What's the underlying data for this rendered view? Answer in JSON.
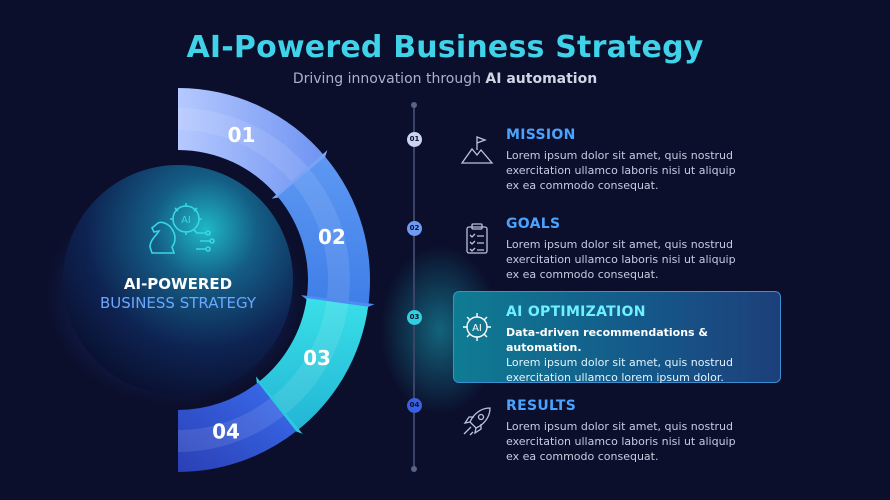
{
  "header": {
    "title": "AI-Powered Business Strategy",
    "subtitle_prefix": "Driving innovation through ",
    "subtitle_bold": "AI automation"
  },
  "center": {
    "icon": "chess-knight-ai-gear-icon",
    "line1": "AI-POWERED",
    "line2": "BUSINESS STRATEGY"
  },
  "segments": [
    {
      "number": "01",
      "color": "#6e9cf5"
    },
    {
      "number": "02",
      "color": "#4f8ff0"
    },
    {
      "number": "03",
      "color": "#2fd0e0"
    },
    {
      "number": "04",
      "color": "#3a5fe0"
    }
  ],
  "items": [
    {
      "node": "01",
      "node_color": "#c9d4f0",
      "icon": "mountain-flag-icon",
      "heading": "MISSION",
      "text": [
        "Lorem ipsum dolor sit amet, quis nostrud",
        "exercitation ullamco laboris nisi ut aliquip",
        "ex ea commodo consequat."
      ]
    },
    {
      "node": "02",
      "node_color": "#6e9cf5",
      "icon": "clipboard-checklist-icon",
      "heading": "GOALS",
      "text": [
        "Lorem ipsum dolor sit amet, quis nostrud",
        "exercitation ullamco laboris nisi ut aliquip",
        "ex ea commodo consequat."
      ]
    },
    {
      "node": "03",
      "node_color": "#2fd0e0",
      "icon": "ai-gear-icon",
      "heading": "AI OPTIMIZATION",
      "lead": "Data-driven recommendations & automation.",
      "text": [
        "Lorem ipsum dolor sit amet, quis nostrud",
        "exercitation ullamco lorem ipsum dolor."
      ]
    },
    {
      "node": "04",
      "node_color": "#3a5fe0",
      "icon": "rocket-icon",
      "heading": "RESULTS",
      "text": [
        "Lorem ipsum dolor sit amet, quis nostrud",
        "exercitation ullamco laboris nisi ut aliquip",
        "ex ea commodo consequat."
      ]
    }
  ]
}
